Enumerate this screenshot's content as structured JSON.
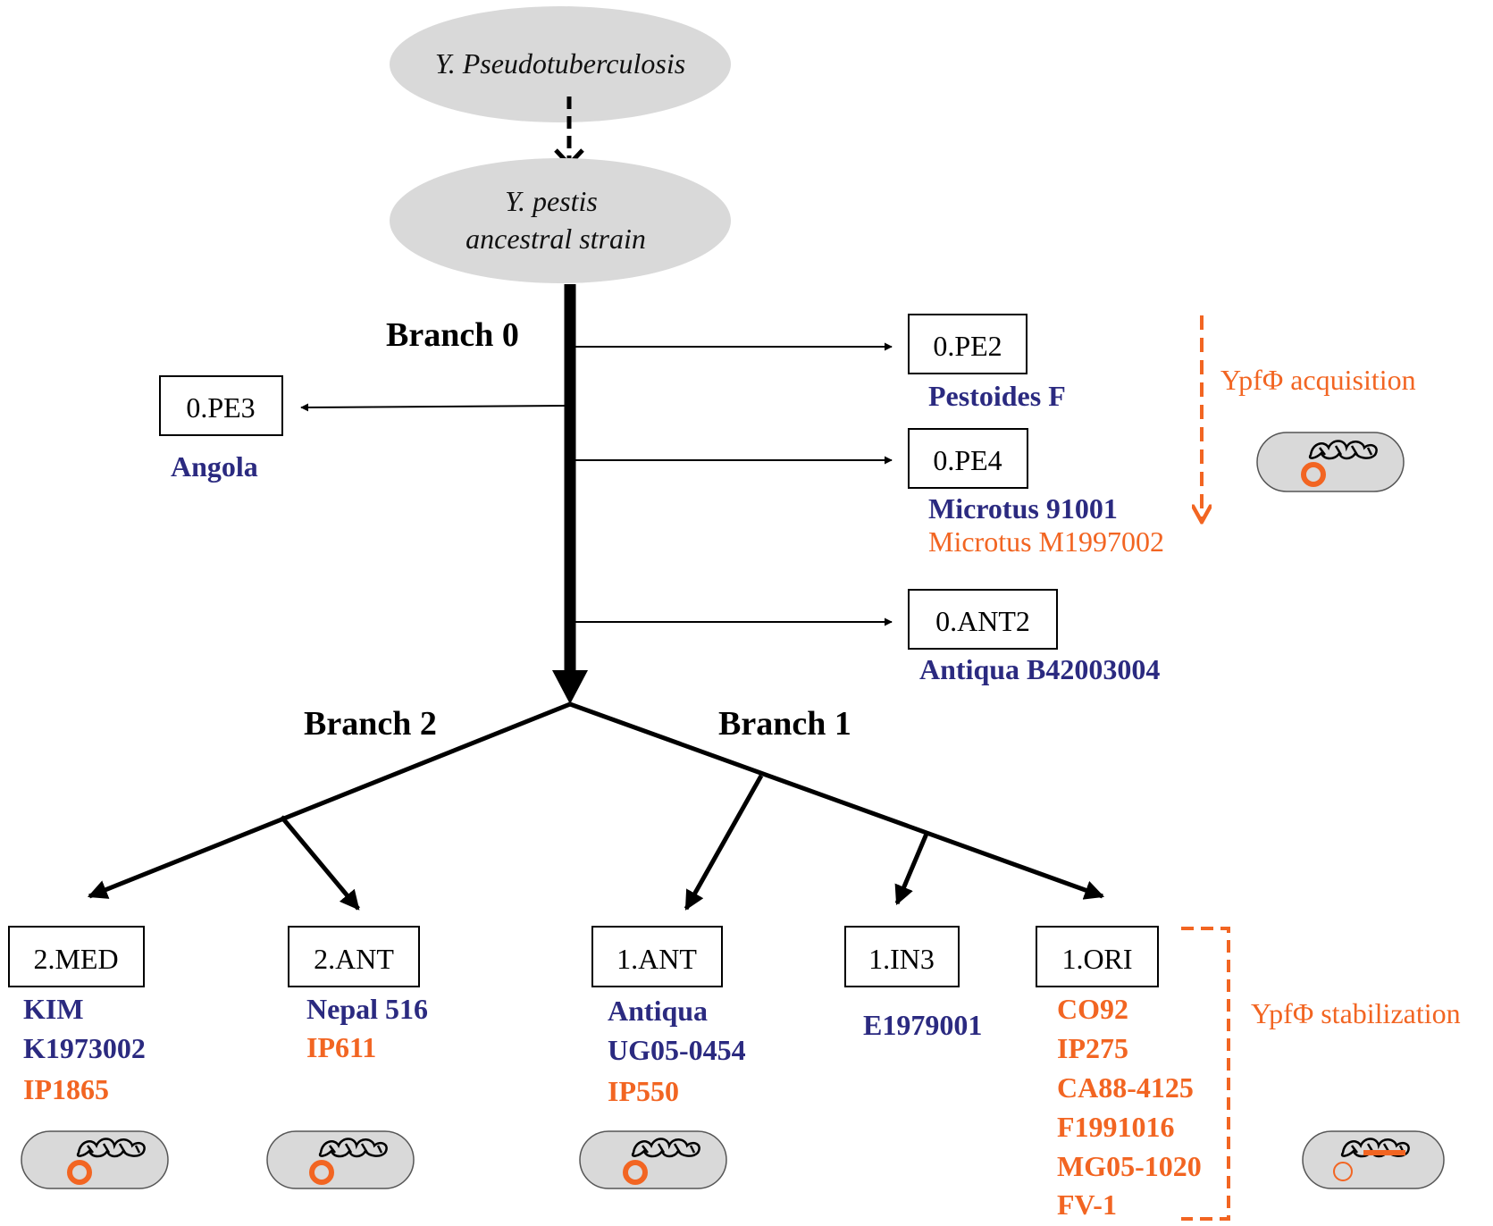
{
  "colors": {
    "blue": "#2b2a80",
    "orange": "#f26522",
    "gray": "#d9d9d9",
    "black": "#000000"
  },
  "ancestor_top": "Y. Pseudotuberculosis",
  "ancestor_strain": {
    "line1": "Y. pestis",
    "line2": "ancestral strain"
  },
  "branches": {
    "b0": "Branch 0",
    "b1": "Branch 1",
    "b2": "Branch 2"
  },
  "annotations": {
    "acquisition": "YpfΦ acquisition",
    "stabilization": "YpfΦ stabilization"
  },
  "groups": {
    "pe2": {
      "label": "0.PE2",
      "strains": [
        {
          "name": "Pestoides F",
          "color": "blue",
          "bold": true
        }
      ]
    },
    "pe3": {
      "label": "0.PE3",
      "strains": [
        {
          "name": "Angola",
          "color": "blue",
          "bold": true
        }
      ]
    },
    "pe4": {
      "label": "0.PE4",
      "strains": [
        {
          "name": "Microtus 91001",
          "color": "blue",
          "bold": true
        },
        {
          "name": "Microtus M1997002",
          "color": "orange",
          "bold": false
        }
      ]
    },
    "ant2_0": {
      "label": "0.ANT2",
      "strains": [
        {
          "name": "Antiqua B42003004",
          "color": "blue",
          "bold": true
        }
      ]
    },
    "med2": {
      "label": "2.MED",
      "strains": [
        {
          "name": "KIM",
          "color": "blue",
          "bold": true
        },
        {
          "name": "K1973002",
          "color": "blue",
          "bold": true
        },
        {
          "name": "IP1865",
          "color": "orange",
          "bold": true
        }
      ]
    },
    "ant2": {
      "label": "2.ANT",
      "strains": [
        {
          "name": "Nepal 516",
          "color": "blue",
          "bold": true
        },
        {
          "name": "IP611",
          "color": "orange",
          "bold": true
        }
      ]
    },
    "ant1": {
      "label": "1.ANT",
      "strains": [
        {
          "name": "Antiqua",
          "color": "blue",
          "bold": true
        },
        {
          "name": "UG05-0454",
          "color": "blue",
          "bold": true
        },
        {
          "name": "IP550",
          "color": "orange",
          "bold": true
        }
      ]
    },
    "in3": {
      "label": "1.IN3",
      "strains": [
        {
          "name": "E1979001",
          "color": "blue",
          "bold": true
        }
      ]
    },
    "ori": {
      "label": "1.ORI",
      "strains": [
        {
          "name": "CO92",
          "color": "orange",
          "bold": true
        },
        {
          "name": "IP275",
          "color": "orange",
          "bold": true
        },
        {
          "name": "CA88-4125",
          "color": "orange",
          "bold": true
        },
        {
          "name": "F1991016",
          "color": "orange",
          "bold": true
        },
        {
          "name": "MG05-1020",
          "color": "orange",
          "bold": true
        },
        {
          "name": "FV-1",
          "color": "orange",
          "bold": true
        }
      ]
    }
  },
  "cell_icons": {
    "acquisition": "bacterium-with-plasmid-icon",
    "med2": "bacterium-with-plasmid-icon",
    "ant2": "bacterium-with-plasmid-icon",
    "ant1": "bacterium-with-plasmid-icon",
    "stabilization": "bacterium-integrated-phage-icon"
  }
}
